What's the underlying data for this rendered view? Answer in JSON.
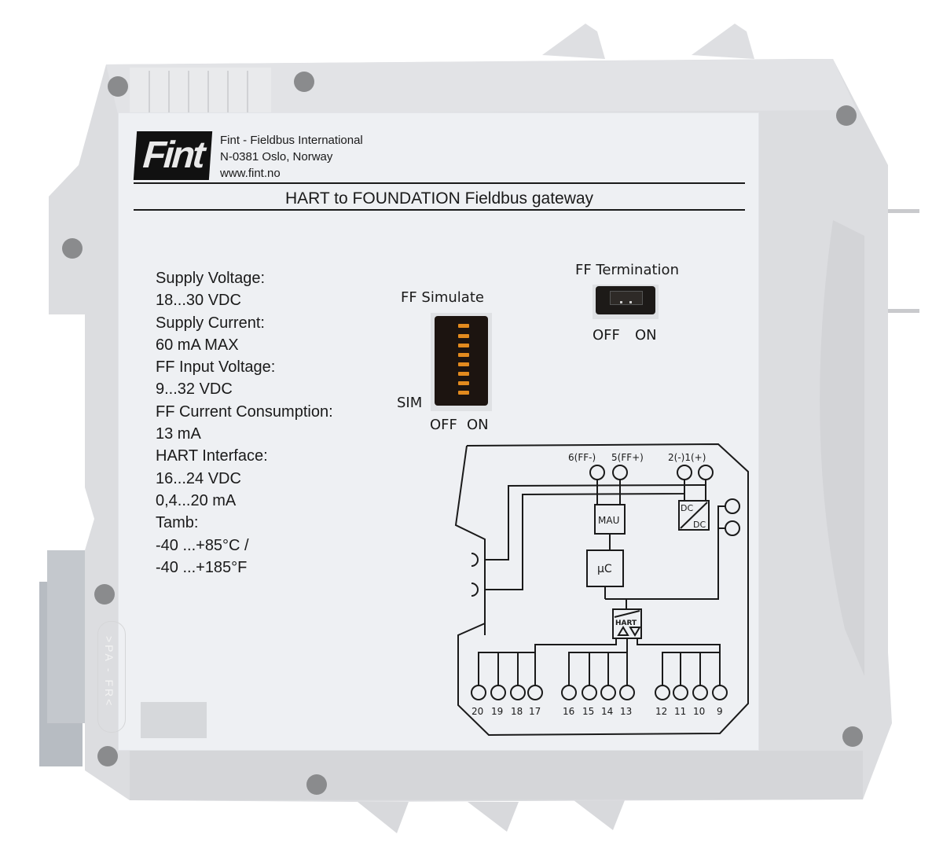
{
  "device": {
    "brand_logo": "Fint",
    "company_lines": [
      "Fint - Fieldbus International",
      "N-0381 Oslo, Norway",
      "www.fint.no"
    ],
    "product_title": "HART to FOUNDATION Fieldbus gateway",
    "housing_marking": ">PA - FR<",
    "colors": {
      "housing": "#dcdde0",
      "label": "#eef0f3",
      "text": "#1a1a1a",
      "dip_lever": "#e28a1e",
      "logo_bg": "#111111"
    }
  },
  "specs": [
    {
      "label": "Supply Voltage:",
      "value": "18...30 VDC"
    },
    {
      "label": "Supply Current:",
      "value": "60 mA MAX"
    },
    {
      "label": "FF Input Voltage:",
      "value": "9...32 VDC"
    },
    {
      "label": "FF Current Consumption:",
      "value": "13 mA"
    },
    {
      "label": "HART Interface:",
      "value": "16...24 VDC",
      "value2": "0,4...20 mA"
    },
    {
      "label": "Tamb:",
      "value": "-40 ...+85°C /",
      "value2": "-40 ...+185°F"
    }
  ],
  "switches": {
    "simulate": {
      "title": "FF Simulate",
      "side_label": "SIM",
      "off_label": "OFF",
      "on_label": "ON",
      "positions": 8
    },
    "termination": {
      "title": "FF Termination",
      "off_label": "OFF",
      "on_label": "ON"
    }
  },
  "diagram": {
    "top_terminals": {
      "ff_minus": "6(FF-)",
      "ff_plus": "5(FF+)",
      "supply": "2(-)1(+)"
    },
    "blocks": {
      "mau": "MAU",
      "uc": "µC",
      "dcdc_top": "DC",
      "dcdc_bottom": "DC",
      "hart": "HART"
    },
    "bottom_terminals": [
      "20",
      "19",
      "18",
      "17",
      "16",
      "15",
      "14",
      "13",
      "12",
      "11",
      "10",
      "9"
    ]
  }
}
